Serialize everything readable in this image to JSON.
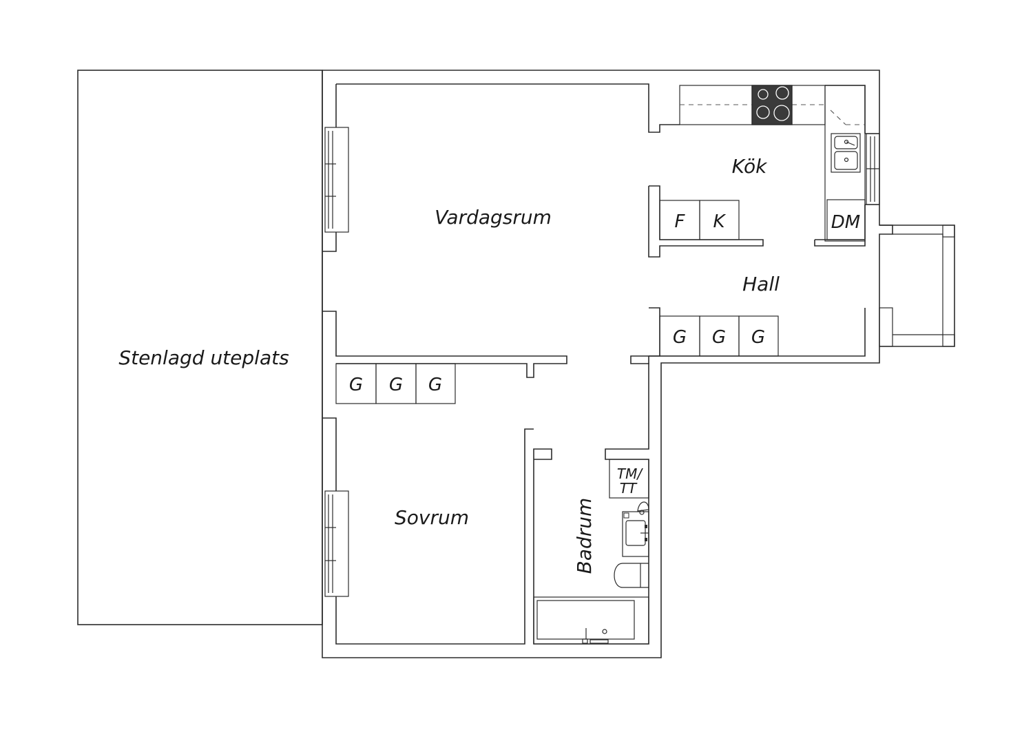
{
  "rooms": {
    "patio": "Stenlagd uteplats",
    "living": "Vardagsrum",
    "kitchen": "Kök",
    "hall": "Hall",
    "bedroom": "Sovrum",
    "bathroom": "Badrum"
  },
  "fixtures": {
    "freezer": "F",
    "fridge": "K",
    "dishwasher": "DM",
    "washer_line1": "TM/",
    "washer_line2": "TT",
    "hall_wardrobe": [
      "G",
      "G",
      "G"
    ],
    "bedroom_wardrobe": [
      "G",
      "G",
      "G"
    ]
  },
  "colors": {
    "line": "#2b2b2b",
    "stove": "#3a3a3a",
    "background": "#ffffff"
  }
}
